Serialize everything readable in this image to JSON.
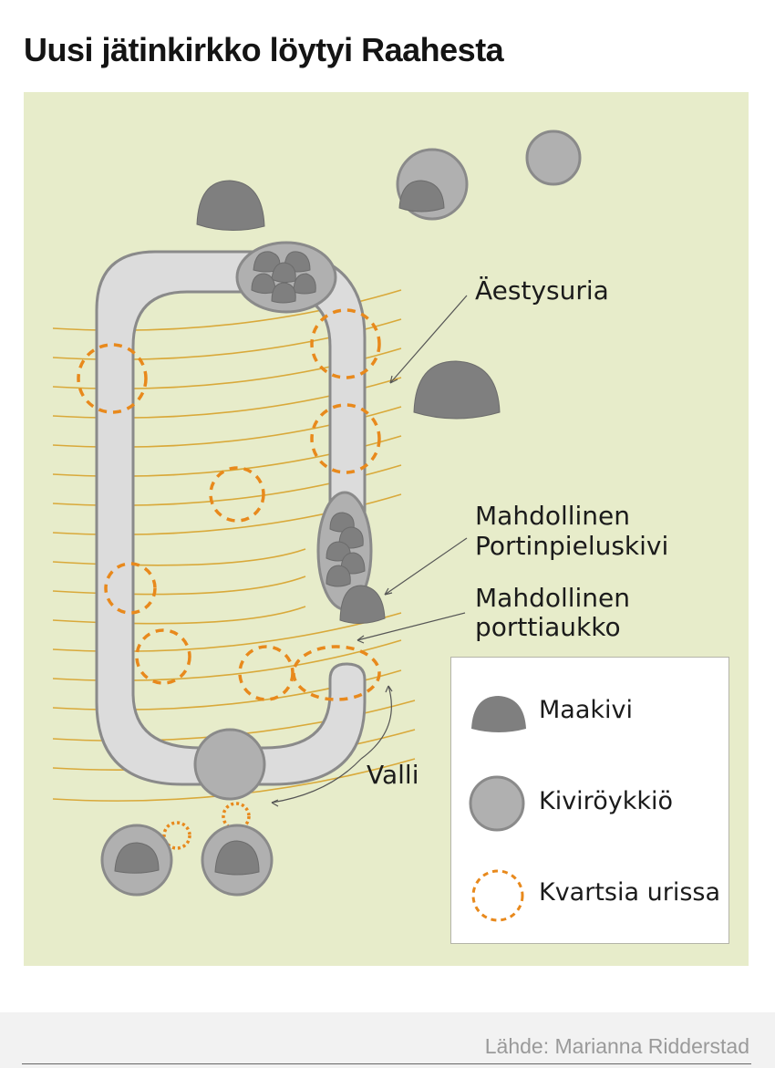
{
  "title": "Uusi jätinkirkko löytyi Raahesta",
  "colors": {
    "background": "#e7ecca",
    "wall_fill": "#dcdcdc",
    "wall_stroke": "#8a8a8a",
    "maakivi": "#7f7f7f",
    "kiviroykkio": "#b0b0b0",
    "quartz": "#e8891c",
    "contour": "#d9a93a"
  },
  "labels": {
    "aestysuria": "Äestysuria",
    "portinpieluskivi_line1": "Mahdollinen",
    "portinpieluskivi_line2": "Portinpieluskivi",
    "porttiaukko_line1": "Mahdollinen",
    "porttiaukko_line2": "porttiaukko",
    "valli": "Valli"
  },
  "legend": {
    "items": [
      {
        "icon": "maakivi-icon",
        "label": "Maakivi"
      },
      {
        "icon": "kiviroykkio-icon",
        "label": "Kiviröykkiö"
      },
      {
        "icon": "quartz-circle-icon",
        "label": "Kvartsia urissa"
      }
    ]
  },
  "source": "Lähde: Marianna Ridderstad"
}
